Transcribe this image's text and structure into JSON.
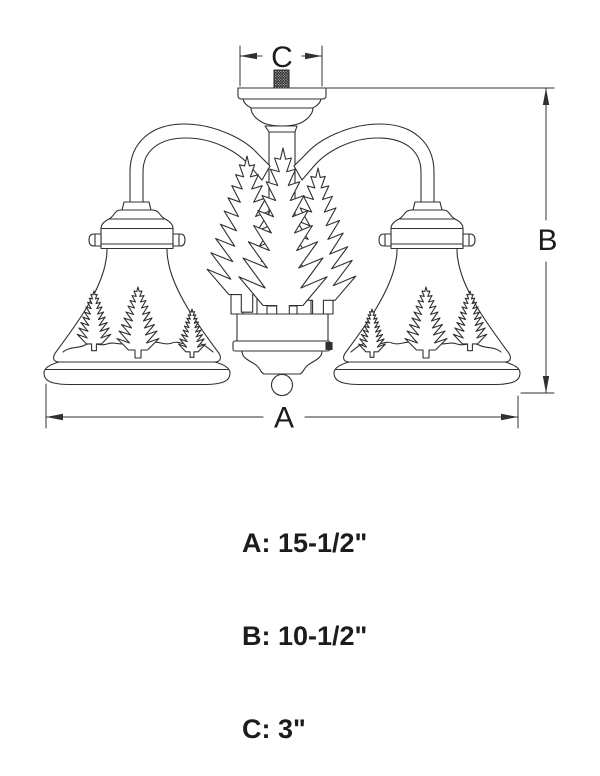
{
  "colors": {
    "background": "#ffffff",
    "line": "#303030",
    "text": "#1c1c1c"
  },
  "dimensions": {
    "a": {
      "label": "A",
      "spec": "A: 15-1/2\""
    },
    "b": {
      "label": "B",
      "spec": "B: 10-1/2\""
    },
    "c": {
      "label": "C",
      "spec": "C: 3\""
    }
  }
}
